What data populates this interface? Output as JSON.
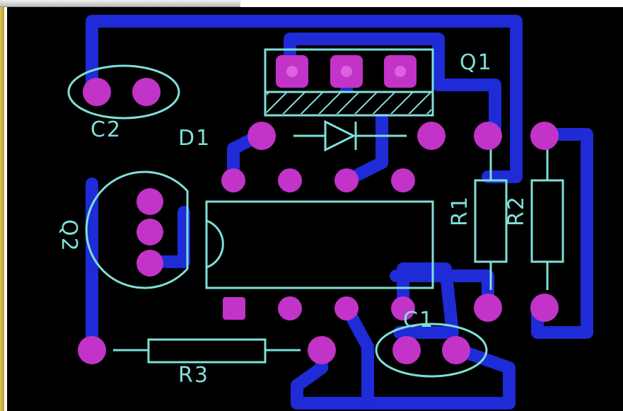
{
  "colors": {
    "board": "#000000",
    "trace": "#1f2bd6",
    "trace_edge": "#3a49ff",
    "pad": "#c233c8",
    "pad_hole": "#e060e4",
    "silkscreen": "#7ee0d8"
  },
  "labels": {
    "q1": "Q1",
    "c2": "C2",
    "d1": "D1",
    "q2": "Q2",
    "r1": "R1",
    "r2": "R2",
    "c1": "C1",
    "r3": "R3"
  }
}
